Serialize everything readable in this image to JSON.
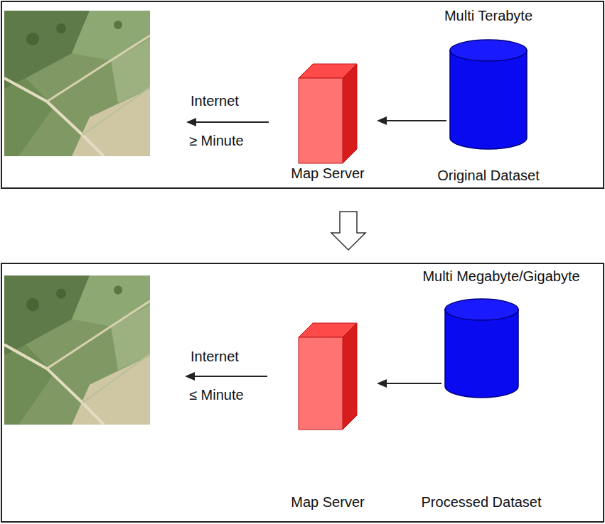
{
  "diagram": {
    "nodes": [
      {
        "text": [
          "Map Server"
        ]
      },
      {
        "text": [
          "Multi Terabyte",
          "Original Dataset"
        ]
      },
      {
        "text": [
          "Map Server"
        ]
      },
      {
        "text": [
          "Multi Megabyte/Gigabyte",
          "Processed Dataset"
        ]
      }
    ],
    "edges": [
      {
        "from": 1,
        "to": 0,
        "arrow": "to"
      },
      {
        "from": 3,
        "to": 2,
        "arrow": "to"
      }
    ],
    "labels": [
      "Internet",
      "≥ Minute",
      "Internet",
      "≤ Minute"
    ]
  }
}
